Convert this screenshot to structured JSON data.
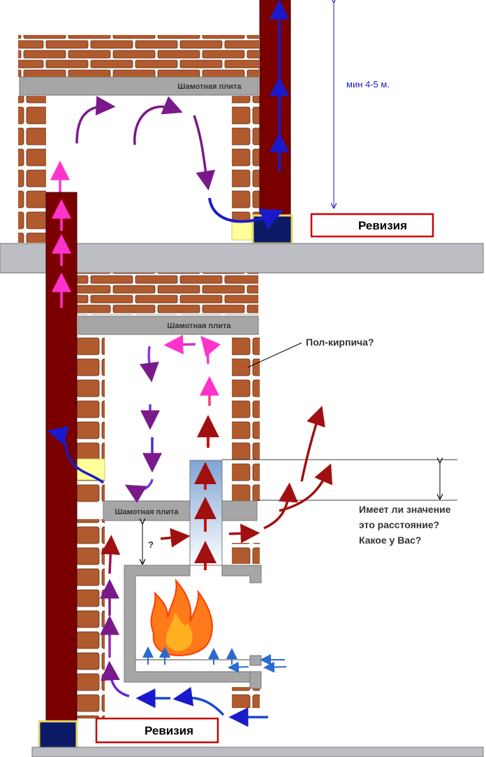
{
  "labels": {
    "fireclay_plate": "Шамотная плита",
    "revision": "Ревизия",
    "min_height": "мин 4-5 м.",
    "half_brick": "Пол-кирпича?",
    "question_mark": "?",
    "distance_q1": "Имеет ли значение",
    "distance_q2": "это расстояние?",
    "distance_q3": "Какое у Вас?"
  },
  "colors": {
    "brick": "#a0522d",
    "mortar": "#ffffff",
    "chimney": "#7a0000",
    "slab": "#a6a6a6",
    "revision_border": "#cc0000",
    "floor": "#bdbdc4",
    "blue_box": "#0c1a66",
    "yellow": "#ffff99",
    "arrow_red": "#a01010",
    "arrow_purple": "#7a1a8a",
    "arrow_pink": "#ff33cc",
    "arrow_blue": "#1a1acc",
    "arrow_light_blue": "#2a6ad0"
  }
}
